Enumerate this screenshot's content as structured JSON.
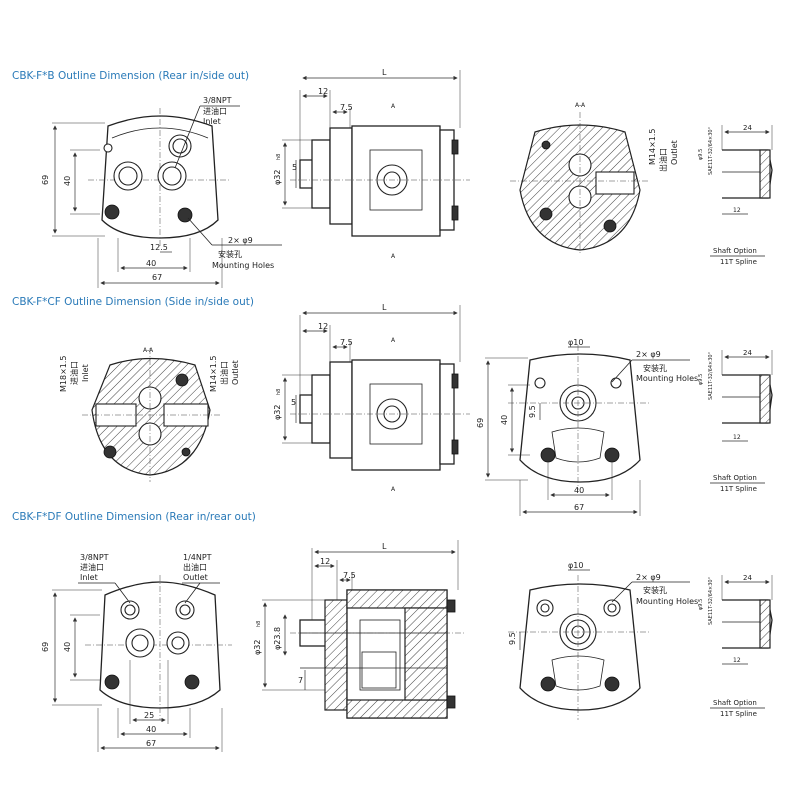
{
  "sections": [
    {
      "title": "CBK-F*B Outline Dimension (Rear in/side out)",
      "front": {
        "inlet_size": "3/8NPT",
        "inlet_cn": "进油口",
        "inlet_en": "Inlet",
        "height": "69",
        "inner_height": "40",
        "bolt_offset": "12.5",
        "width_inner": "40",
        "width_total": "67",
        "mounting_qty": "2× φ9",
        "mounting_cn": "安装孔",
        "mounting_en": "Mounting Holes"
      },
      "side": {
        "length": "L",
        "d12": "12",
        "d75": "7.5",
        "dia": "φ32",
        "dia_note": "h8",
        "d5": "5",
        "section_mark": "A",
        "section_label_bottom": "A"
      },
      "section": {
        "label": "A-A",
        "outlet_size": "M14×1.5",
        "outlet_cn": "出油口",
        "outlet_en": "Outlet"
      },
      "shaft": {
        "code": "SAE11T-32/64×30°",
        "dia": "φ9.5",
        "len": "24",
        "spline_len": "12",
        "opt_label": "Shaft Option",
        "opt_value": "11T Spline"
      }
    },
    {
      "title": "CBK-F*CF Outline Dimension (Side in/side out)",
      "section": {
        "label": "A-A",
        "inlet_size": "M18×1.5",
        "inlet_cn": "进油口",
        "inlet_en": "Inlet",
        "outlet_size": "M14×1.5",
        "outlet_cn": "出油口",
        "outlet_en": "Outlet"
      },
      "side": {
        "length": "L",
        "d12": "12",
        "d75": "7.5",
        "dia": "φ32",
        "dia_note": "h8",
        "d5": "5",
        "section_mark": "A",
        "section_label_bottom": "A"
      },
      "front": {
        "pilot": "φ10",
        "mounting_qty": "2× φ9",
        "mounting_cn": "安装孔",
        "mounting_en": "Mounting Holes",
        "height": "69",
        "inner_height": "40",
        "offset": "9.5",
        "width_inner": "40",
        "width_total": "67"
      },
      "shaft": {
        "code": "SAE11T-32/64×30°",
        "dia": "φ9.5",
        "len": "24",
        "spline_len": "12",
        "opt_label": "Shaft Option",
        "opt_value": "11T Spline"
      }
    },
    {
      "title": "CBK-F*DF Outline Dimension (Rear in/rear out)",
      "front": {
        "inlet_size": "3/8NPT",
        "inlet_cn": "进油口",
        "inlet_en": "Inlet",
        "outlet_size": "1/4NPT",
        "outlet_cn": "出油口",
        "outlet_en": "Outlet",
        "height": "69",
        "inner_height": "40",
        "port_spacing": "25",
        "width_inner": "40",
        "width_total": "67"
      },
      "side": {
        "length": "L",
        "d12": "12",
        "d75": "7.5",
        "dia": "φ32",
        "dia_note": "h8",
        "d238": "φ23.8",
        "d7": "7"
      },
      "mount": {
        "pilot": "φ10",
        "mounting_qty": "2× φ9",
        "mounting_cn": "安装孔",
        "mounting_en": "Mounting Holes",
        "offset": "9.5"
      },
      "shaft": {
        "code": "SAE11T-32/64×30°",
        "dia": "φ9.5",
        "len": "24",
        "spline_len": "12",
        "opt_label": "Shaft Option",
        "opt_value": "11T Spline"
      }
    }
  ]
}
